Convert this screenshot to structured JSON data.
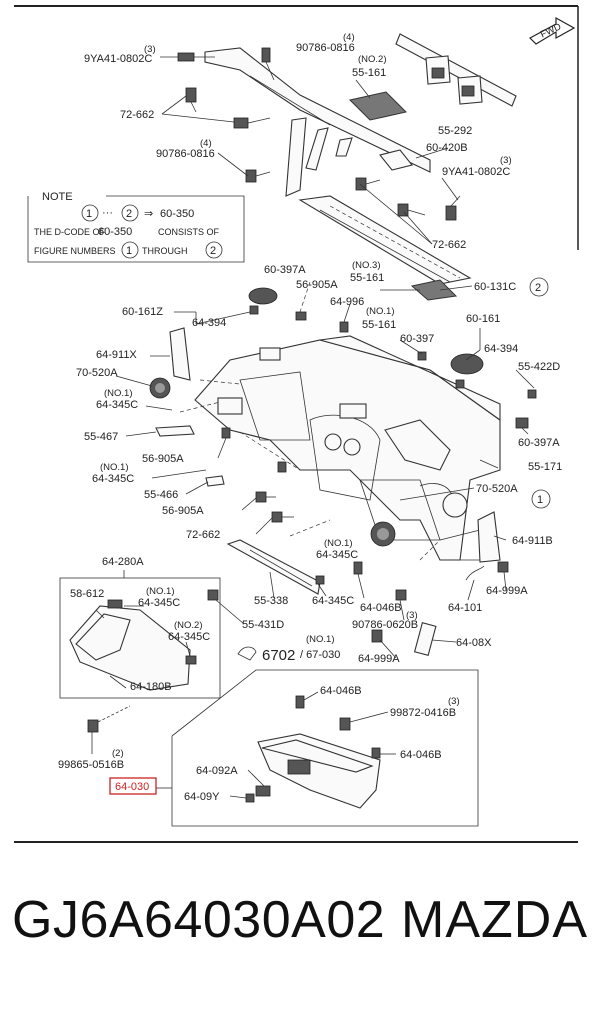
{
  "labels": {
    "fwd": "FWD",
    "l_9ya41_top": "9YA41-0802C",
    "l_9ya41_top_q": "(3)",
    "l_90786_top": "90786-0816",
    "l_90786_top_q": "(4)",
    "l_55161_a": "55-161",
    "l_55161_a_q": "(NO.2)",
    "l_72662_a": "72-662",
    "l_55292": "55-292",
    "l_60420b": "60-420B",
    "l_90786_mid": "90786-0816",
    "l_90786_mid_q": "(4)",
    "l_9ya41_right": "9YA41-0802C",
    "l_9ya41_right_q": "(3)",
    "l_72662_b": "72-662",
    "l_60397a_top": "60-397A",
    "l_55161_b": "55-161",
    "l_55161_b_q": "(NO.3)",
    "l_60131c": "60-131C",
    "l_60161z": "60-161Z",
    "l_56905a_top": "56-905A",
    "l_64996": "64-996",
    "l_55161_c": "55-161",
    "l_55161_c_q": "(NO.1)",
    "l_64394_a": "64-394",
    "l_60161": "60-161",
    "l_64394_b": "64-394",
    "l_60397": "60-397",
    "l_64911x": "64-911X",
    "l_70520a_l": "70-520A",
    "l_55422d": "55-422D",
    "l_64345c_a": "64-345C",
    "l_64345c_a_q": "(NO.1)",
    "l_55467": "55-467",
    "l_60397a_r": "60-397A",
    "l_56905a_mid": "56-905A",
    "l_64345c_b": "64-345C",
    "l_64345c_b_q": "(NO.1)",
    "l_55171": "55-171",
    "l_55466": "55-466",
    "l_70520a_r": "70-520A",
    "l_56905a_low": "56-905A",
    "l_72662_c": "72-662",
    "l_64345c_c": "64-345C",
    "l_64345c_c_q": "(NO.1)",
    "l_64911b": "64-911B",
    "l_64280a": "64-280A",
    "l_58612": "58-612",
    "l_64345c_d": "64-345C",
    "l_64345c_d_q": "(NO.1)",
    "l_64345c_e": "64-345C",
    "l_64345c_e_q": "(NO.2)",
    "l_55338": "55-338",
    "l_64345c_f": "64-345C",
    "l_64046b_a": "64-046B",
    "l_64999a_a": "64-999A",
    "l_64101": "64-101",
    "l_55431d": "55-431D",
    "l_90786_low": "90786-0620B",
    "l_90786_low_q": "(3)",
    "l_64180b": "64-180B",
    "l_6702": "6702",
    "l_67030": "/ 67-030",
    "l_67030_q": "(NO.1)",
    "l_64999a_b": "64-999A",
    "l_6408x": "64-08X",
    "l_64046b_b": "64-046B",
    "l_99872": "99872-0416B",
    "l_99872_q": "(3)",
    "l_99865": "99865-0516B",
    "l_99865_q": "(2)",
    "l_64092a": "64-092A",
    "l_64046b_c": "64-046B",
    "l_64030": "64-030",
    "l_6409y": "64-09Y"
  },
  "callouts": {
    "c1": "1",
    "c2": "2"
  },
  "note": {
    "title": "NOTE",
    "range_code": "60-350",
    "line2_a": "THE D-CODE OF",
    "line2_b": "60-350",
    "line2_c": "CONSISTS OF",
    "line3_a": "FIGURE NUMBERS",
    "line3_b": "THROUGH"
  },
  "footer": {
    "part_number": "GJ6A64030A02",
    "brand": "MAZDA"
  },
  "colors": {
    "highlight": "#cc2222"
  }
}
